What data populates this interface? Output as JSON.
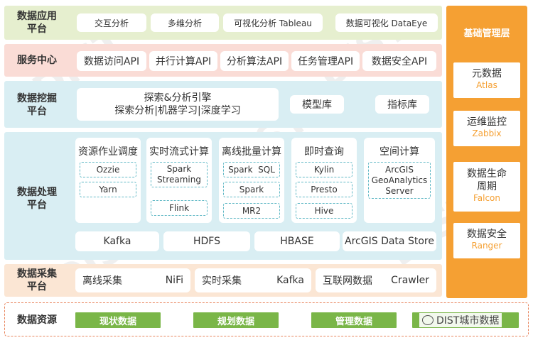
{
  "layers": {
    "app": {
      "label": "数据应用\n平台",
      "items": [
        "交互分析",
        "多维分析",
        "可视化分析 Tableau",
        "数据可视化 DataEye"
      ]
    },
    "service": {
      "label": "服务中心",
      "items": [
        "数据访问API",
        "并行计算API",
        "分析算法API",
        "任务管理API",
        "数据安全API"
      ]
    },
    "mining": {
      "label": "数据挖掘\n平台",
      "engine_line1": "探索&分析引擎",
      "engine_line2": "探索分析|机器学习|深度学习",
      "items": [
        "模型库",
        "指标库"
      ]
    },
    "processing": {
      "label": "数据处理\n平台",
      "columns": [
        {
          "title": "资源作业调度",
          "items": [
            "Ozzie",
            "Yarn"
          ]
        },
        {
          "title": "实时流式计算",
          "items": [
            "Spark\nStreaming",
            "Flink"
          ]
        },
        {
          "title": "离线批量计算",
          "items": [
            "Spark  SQL",
            "Spark",
            "MR2"
          ]
        },
        {
          "title": "即时查询",
          "items": [
            "Kylin",
            "Presto",
            "Hive"
          ]
        },
        {
          "title": "空间计算",
          "items": [
            "ArcGIS\nGeoAnalytics\nServer"
          ]
        }
      ],
      "storage": [
        "Kafka",
        "HDFS",
        "HBASE",
        "ArcGIS Data Store"
      ]
    },
    "collection": {
      "label": "数据采集\n平台",
      "groups": [
        {
          "name": "离线采集",
          "tool": "NiFi"
        },
        {
          "name": "实时采集",
          "tool": "Kafka"
        },
        {
          "name": "互联网数据",
          "tool": "Crawler"
        }
      ]
    },
    "resource": {
      "label": "数据资源",
      "items": [
        "现状数据",
        "规划数据",
        "管理数据",
        ""
      ]
    }
  },
  "base_management": {
    "title": "基础管理层",
    "items": [
      {
        "name": "元数据",
        "tool": "Atlas"
      },
      {
        "name": "运维监控",
        "tool": "Zabbix"
      },
      {
        "name": "数据生命\n周期",
        "tool": "Falcon"
      },
      {
        "name": "数据安全",
        "tool": "Ranger"
      }
    ]
  },
  "source_badge": "DIST城市数据",
  "watermark_text": "DIST",
  "colors": {
    "green_band": "#e6efcf",
    "pink_band": "#fadcd6",
    "blue_band": "#d9eef3",
    "peach_band": "#fbe6d4",
    "orange_panel": "#f5a033",
    "teal_dash": "#5fb8c5",
    "resource_border": "#e8845c",
    "resource_chip": "#7ab648"
  }
}
